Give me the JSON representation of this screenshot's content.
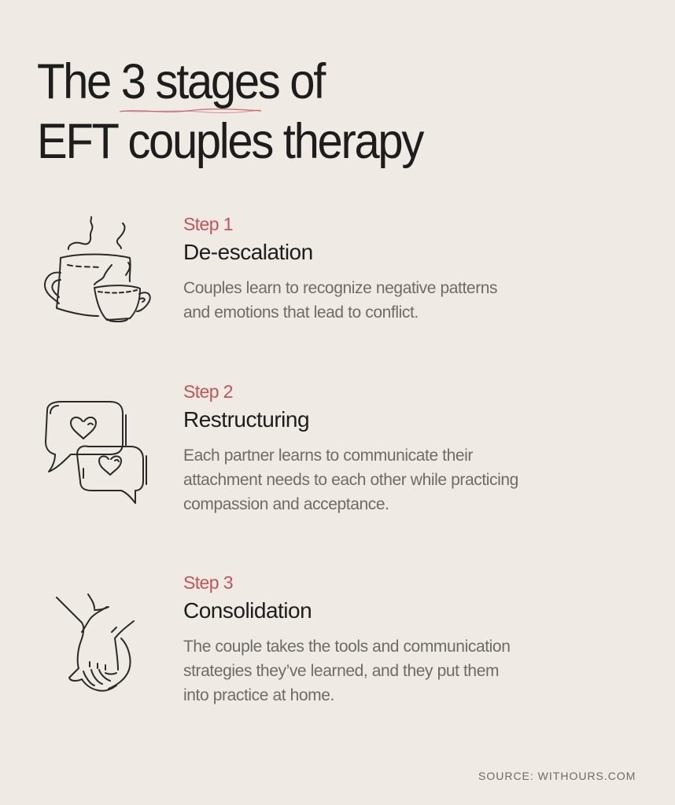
{
  "header": {
    "title_part1": "The ",
    "title_highlight": "3 stages",
    "title_part2": " of",
    "title_line2": "EFT couples therapy",
    "highlight_color": "#c2555a"
  },
  "steps": [
    {
      "label": "Step 1",
      "name": "De-escalation",
      "description": "Couples learn to recognize negative patterns\nand emotions that lead to conflict.",
      "icon": "coffee-cups-icon"
    },
    {
      "label": "Step 2",
      "name": "Restructuring",
      "description": "Each partner learns to communicate their\nattachment needs to each other while practicing\ncompassion and acceptance.",
      "icon": "speech-bubbles-hearts-icon"
    },
    {
      "label": "Step 3",
      "name": "Consolidation",
      "description": "The couple takes the tools and communication\nstrategies they’ve learned, and they put them\ninto practice at home.",
      "icon": "holding-hands-icon"
    }
  ],
  "footer": {
    "source": "SOURCE: WITHOURS.COM"
  },
  "colors": {
    "background": "#efeae4",
    "text": "#1d1d1d",
    "accent": "#c2555a",
    "muted": "#6e6b68"
  }
}
